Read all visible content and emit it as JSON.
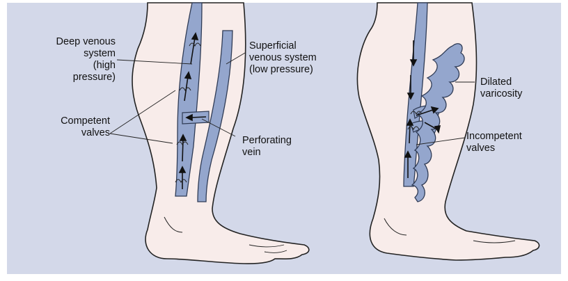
{
  "labels": {
    "deep_venous_system": [
      "Deep venous",
      "system",
      "(high",
      "pressure)"
    ],
    "superficial_venous_system": [
      "Superficial",
      "venous system",
      "(low pressure)"
    ],
    "competent_valves": [
      "Competent",
      "valves"
    ],
    "perforating_vein": [
      "Perforating",
      "vein"
    ],
    "dilated_varicosity": [
      "Dilated",
      "varicosity"
    ],
    "incompetent_valves": [
      "Incompetent",
      "valves"
    ]
  },
  "colors": {
    "background": "#d3d8e9",
    "skin": "#f8ecea",
    "outline": "#222222",
    "vein_fill": "#94a6cd",
    "vein_outline": "#2f3b55"
  }
}
